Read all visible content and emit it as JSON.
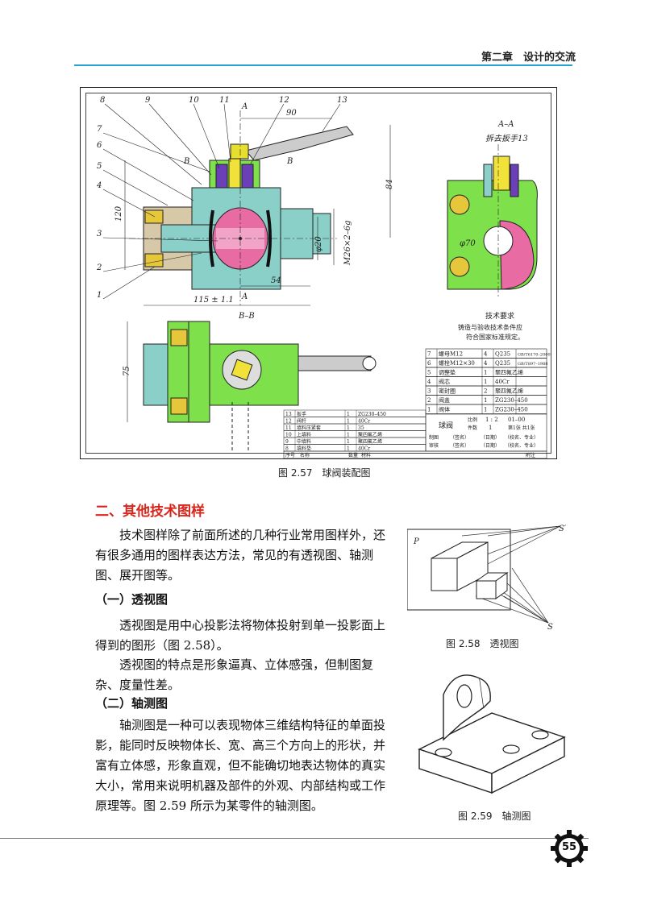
{
  "header": {
    "chapter": "第二章　设计的交流"
  },
  "fig257": {
    "caption": "图 2.57　球阀装配图",
    "section_label": "A–A",
    "section_sub": "拆去扳手13",
    "bb_label": "B–B",
    "a_mark": "A",
    "b_mark": "B",
    "dims": {
      "d90": "90",
      "d84": "84",
      "d120": "120",
      "d54": "54",
      "d115": "115 ± 1.1",
      "d75": "75",
      "phi20": "φ20",
      "m26": "M26×2–6g",
      "phi70": "φ70"
    },
    "numbers": [
      "8",
      "9",
      "10",
      "11",
      "12",
      "13",
      "7",
      "6",
      "5",
      "4",
      "3",
      "2",
      "1"
    ],
    "tech_title": "技术要求",
    "tech_text": "铸造与验收技术条件应\n符合国家标准规定。",
    "bom_right": [
      [
        "7",
        "螺母M12",
        "4",
        "Q235",
        "GB/T6170–2000"
      ],
      [
        "6",
        "螺栓M12×30",
        "4",
        "Q235",
        "GB/T897–1988"
      ],
      [
        "5",
        "调整垫",
        "1",
        "聚四氟乙烯",
        ""
      ],
      [
        "4",
        "阀芯",
        "1",
        "40Cr",
        ""
      ],
      [
        "3",
        "密封圈",
        "2",
        "聚四氟乙烯",
        ""
      ],
      [
        "2",
        "阀盖",
        "1",
        "ZG230–450",
        ""
      ],
      [
        "1",
        "阀体",
        "1",
        "ZG230–450",
        ""
      ]
    ],
    "bom_left": [
      [
        "13",
        "扳手",
        "1",
        "ZG230–450"
      ],
      [
        "12",
        "阀杆",
        "1",
        "40Cr"
      ],
      [
        "11",
        "填料压紧套",
        "1",
        "35"
      ],
      [
        "10",
        "上填料",
        "1",
        "聚四氟乙烯"
      ],
      [
        "9",
        "中填料",
        "1",
        "聚四氟乙烯"
      ],
      [
        "8",
        "填料垫",
        "1",
        "40Cr"
      ]
    ],
    "bom_head": [
      "序号",
      "名称",
      "数量",
      "材料",
      "附注"
    ],
    "title_name": "球阀",
    "scale_label": "比例",
    "scale": "1 : 2",
    "drawing_no": "01–00",
    "qty_label": "件数",
    "qty": "1",
    "sheet": "第1张 共1张",
    "made": "制图",
    "checked": "审核",
    "sign": "（签名）",
    "date": "（日期）",
    "school": "（校名、专业）"
  },
  "section": {
    "title": "二、其他技术图样"
  },
  "intro": "技术图样除了前面所述的几种行业常用图样外，还有很多通用的图样表达方法，常见的有透视图、轴测图、展开图等。",
  "sub1": {
    "title": "（一）透视图"
  },
  "p1": "透视图是用中心投影法将物体投射到单一投影面上得到的图形（图 2.58）。",
  "p2": "透视图的特点是形象逼真、立体感强，但制图复杂、度量性差。",
  "sub2": {
    "title": "（二）轴测图"
  },
  "p3": "轴测图是一种可以表现物体三维结构特征的单面投影，能同时反映物体长、宽、高三个方向上的形状，并富有立体感，形象直观，但不能确切地表达物体的真实大小，常用来说明机器及部件的外观、内部结构或工作原理等。图 2.59 所示为某零件的轴测图。",
  "fig258": {
    "caption": "图 2.58　透视图",
    "p": "P",
    "s": "S",
    "s2": "S′"
  },
  "fig259": {
    "caption": "图 2.59　轴测图"
  },
  "page": "55"
}
